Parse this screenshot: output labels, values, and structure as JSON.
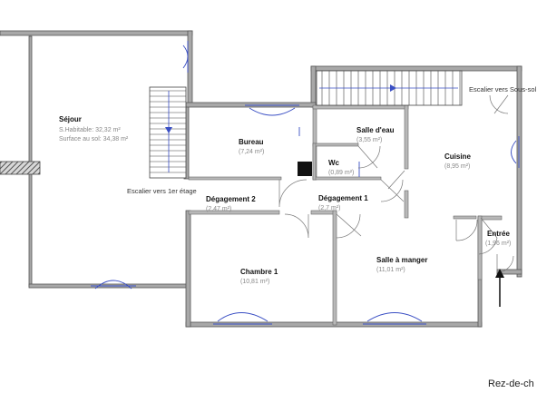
{
  "plan": {
    "level_label": "Rez-de-ch",
    "stairs_up_label": "Escalier vers 1er étage",
    "stairs_down_label": "Escalier vers Sous-sol",
    "rooms": [
      {
        "name": "Séjour",
        "line1": "S.Habitable: 32,32 m²",
        "line2": "Surface au sol: 34,38 m²"
      },
      {
        "name": "Bureau",
        "area": "(7,24 m²)"
      },
      {
        "name": "Salle d'eau",
        "area": "(3,55 m²)"
      },
      {
        "name": "Wc",
        "area": "(0,89 m²)"
      },
      {
        "name": "Cuisine",
        "area": "(8,95 m²)"
      },
      {
        "name": "Dégagement 2",
        "area": "(2,47 m²)"
      },
      {
        "name": "Dégagement 1",
        "area": "(2,7 m²)"
      },
      {
        "name": "Entrée",
        "area": "(1,96 m²)"
      },
      {
        "name": "Chambre 1",
        "area": "(10,81 m²)"
      },
      {
        "name": "Salle à manger",
        "area": "(11,01 m²)"
      }
    ]
  },
  "colors": {
    "wall": "#a8a8a8",
    "wall_edge": "#555555",
    "window": "#3a4fc4",
    "door": "#777777"
  }
}
